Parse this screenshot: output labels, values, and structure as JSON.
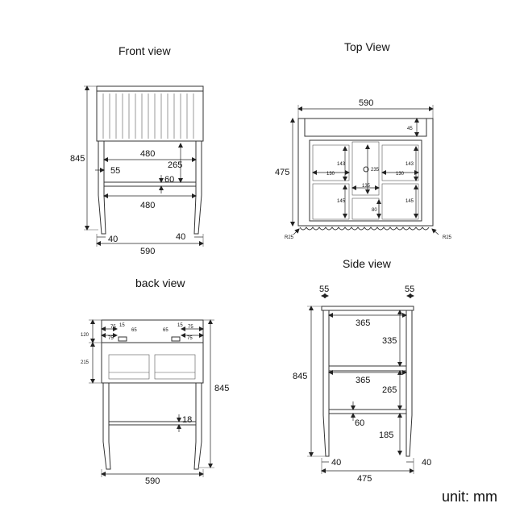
{
  "views": {
    "front": {
      "title": "Front view",
      "dims": {
        "height": "845",
        "top_width": "480",
        "mid_gap": "55",
        "rail_height": "265",
        "rail_thick": "60",
        "bottom_width": "480",
        "foot_left": "40",
        "foot_right": "40",
        "overall_width": "590"
      }
    },
    "top": {
      "title": "Top View",
      "dims": {
        "width": "590",
        "depth": "475",
        "top_strip": "45",
        "hole": "235",
        "drawer_h1": "143",
        "drawer_h2": "143",
        "drawer_w1": "130",
        "drawer_w2": "130",
        "center_w": "135",
        "low_h1": "145",
        "low_h2": "145",
        "center_low": "80",
        "radius_left": "R25",
        "radius_right": "R25"
      }
    },
    "back": {
      "title": "back view",
      "dims": {
        "top_h": "120",
        "mid_h": "215",
        "left_a": "75",
        "left_b": "15",
        "left_c": "65",
        "left_d": "75",
        "right_a": "65",
        "right_b": "15",
        "right_c": "75",
        "right_d": "75",
        "shelf_gap": "18",
        "height": "845",
        "width": "590"
      }
    },
    "side": {
      "title": "Side view",
      "dims": {
        "leg_left": "55",
        "leg_right": "55",
        "top_depth": "365",
        "upper_gap": "335",
        "mid_depth": "365",
        "lower_gap": "265",
        "rail_thick": "60",
        "bottom_gap": "185",
        "height": "845",
        "foot_left": "40",
        "foot_right": "40",
        "overall_depth": "475"
      }
    }
  },
  "unit_label": "unit: mm",
  "colors": {
    "line": "#333333",
    "text": "#111111",
    "background": "#ffffff"
  }
}
